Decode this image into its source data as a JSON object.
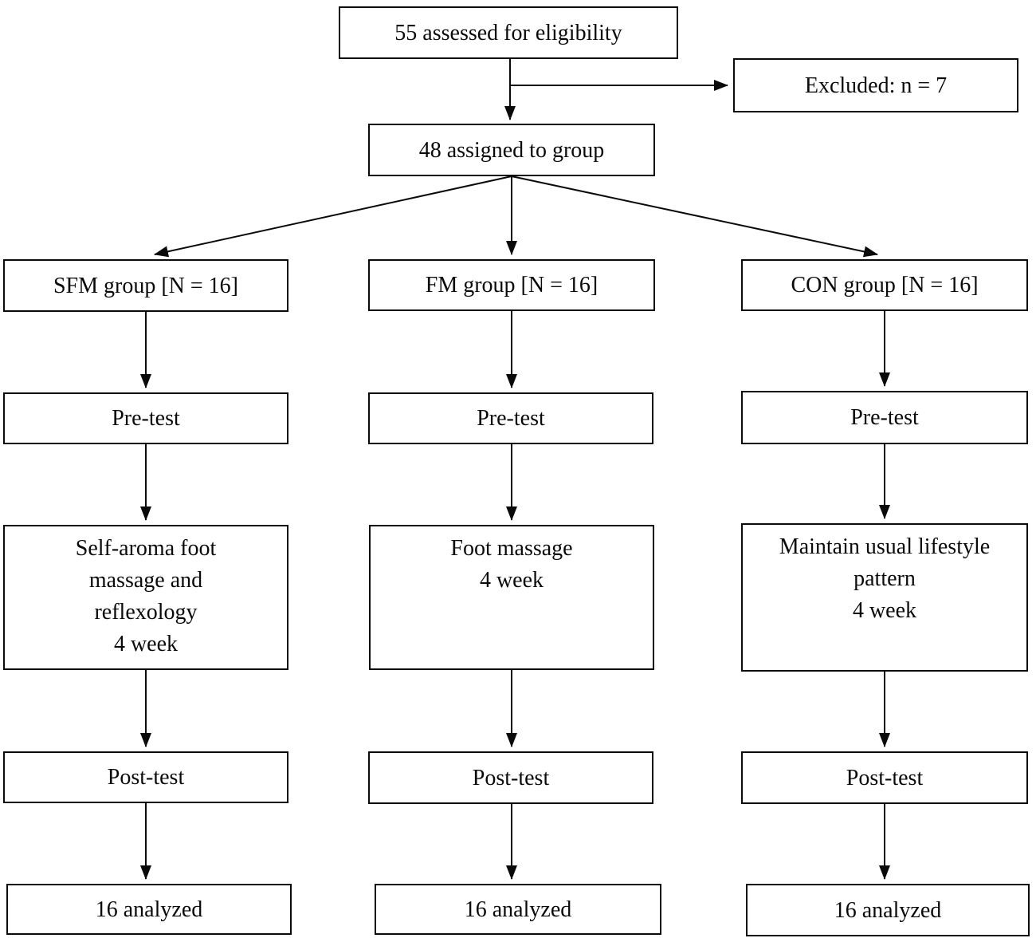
{
  "colors": {
    "background": "#ffffff",
    "border": "#0a0a0a",
    "text": "#0a0a0a"
  },
  "nodes": {
    "assessed": {
      "label": "55 assessed for eligibility"
    },
    "excluded": {
      "label": "Excluded: n = 7"
    },
    "assigned": {
      "label": "48 assigned to group"
    },
    "sfm_group": {
      "label": "SFM group [N = 16]"
    },
    "fm_group": {
      "label": "FM group [N = 16]"
    },
    "con_group": {
      "label": "CON group [N = 16]"
    },
    "sfm_pretest": {
      "label": "Pre-test"
    },
    "fm_pretest": {
      "label": "Pre-test"
    },
    "con_pretest": {
      "label": "Pre-test"
    },
    "sfm_treatment": {
      "lines": [
        "Self-aroma foot",
        "massage and",
        "reflexology",
        "4 week"
      ]
    },
    "fm_treatment": {
      "lines": [
        "Foot massage",
        "4 week"
      ]
    },
    "con_treatment": {
      "lines": [
        "Maintain usual lifestyle",
        "pattern",
        "4 week"
      ]
    },
    "sfm_posttest": {
      "label": "Post-test"
    },
    "fm_posttest": {
      "label": "Post-test"
    },
    "con_posttest": {
      "label": "Post-test"
    },
    "sfm_analyzed": {
      "label": "16 analyzed"
    },
    "fm_analyzed": {
      "label": "16 analyzed"
    },
    "con_analyzed": {
      "label": "16 analyzed"
    }
  },
  "edges": [
    {
      "from": "assessed",
      "to": "excluded"
    },
    {
      "from": "assessed",
      "to": "assigned"
    },
    {
      "from": "assigned",
      "to": "sfm_group"
    },
    {
      "from": "assigned",
      "to": "fm_group"
    },
    {
      "from": "assigned",
      "to": "con_group"
    },
    {
      "from": "sfm_group",
      "to": "sfm_pretest"
    },
    {
      "from": "sfm_pretest",
      "to": "sfm_treatment"
    },
    {
      "from": "sfm_treatment",
      "to": "sfm_posttest"
    },
    {
      "from": "sfm_posttest",
      "to": "sfm_analyzed"
    },
    {
      "from": "fm_group",
      "to": "fm_pretest"
    },
    {
      "from": "fm_pretest",
      "to": "fm_treatment"
    },
    {
      "from": "fm_treatment",
      "to": "fm_posttest"
    },
    {
      "from": "fm_posttest",
      "to": "fm_analyzed"
    },
    {
      "from": "con_group",
      "to": "con_pretest"
    },
    {
      "from": "con_pretest",
      "to": "con_treatment"
    },
    {
      "from": "con_treatment",
      "to": "con_posttest"
    },
    {
      "from": "con_posttest",
      "to": "con_analyzed"
    }
  ]
}
